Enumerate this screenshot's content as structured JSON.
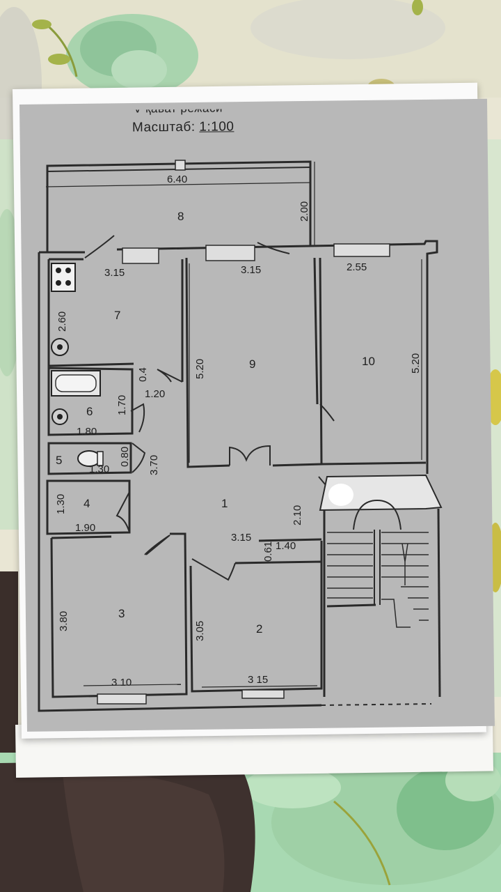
{
  "header": {
    "line1": "V қават режаси",
    "scale_label": "Масштаб:",
    "scale_value": "1:100"
  },
  "rooms": {
    "r1": "1",
    "r2": "2",
    "r3": "3",
    "r4": "4",
    "r5": "5",
    "r6": "6",
    "r7": "7",
    "r8": "8",
    "r9": "9",
    "r10": "10"
  },
  "dimensions": {
    "balcony_width": "6.40",
    "balcony_depth": "2.00",
    "room7_width": "3.15",
    "room7_depth": "2.60",
    "room9_width": "3.15",
    "room9_depth": "5.20",
    "room10_width": "2.55",
    "room10_depth": "5.20",
    "room6_width": "1.80",
    "room6_depth": "1.70",
    "wall_04": "0.4",
    "corridor_120": "1.20",
    "room5_width": "1.30",
    "room5_depth": "0.80",
    "corridor_370": "3.70",
    "room4_depth": "1.30",
    "room4_width": "1.90",
    "hall_width": "3.15",
    "hall_depth": "2.10",
    "hall_061": "0.61",
    "hall_140": "1.40",
    "room3_depth": "3.80",
    "room3_width": "3 10",
    "room2_depth": "3.05",
    "room2_width": "3 15"
  },
  "colors": {
    "paper": "#fafafa",
    "plan_gray": "#b8b8b8",
    "ink": "#1e1e1e",
    "tablecloth": "#eae6d6",
    "rose": "#9fcfa8"
  }
}
